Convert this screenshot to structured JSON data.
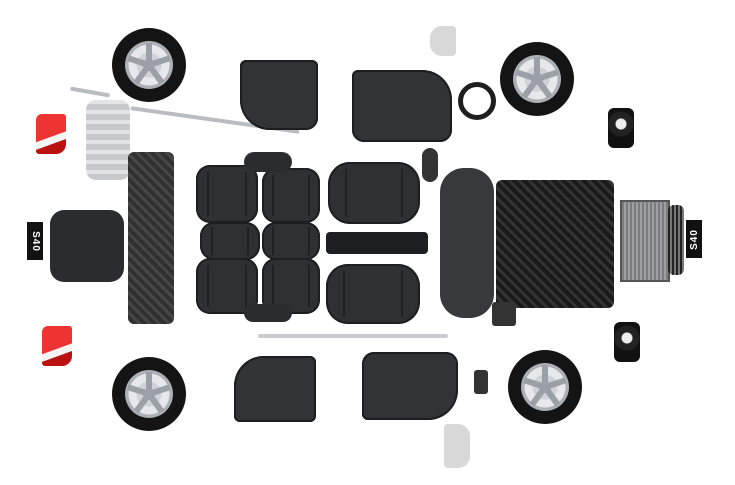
{
  "image": {
    "description": "Exploded layout of car components on white background",
    "license_plates": [
      {
        "position": "left",
        "text": "S40"
      },
      {
        "position": "right",
        "text": "S40"
      }
    ],
    "components": {
      "wheels": 4,
      "tail_lights": 2,
      "head_lights": 2,
      "door_panels": 4,
      "front_seats": 2,
      "rear_seat_sections": 4,
      "exhaust": 1,
      "fuel_tank": 1,
      "engine": 1,
      "radiator": 1,
      "grille": 1,
      "dashboard": 1,
      "steering_wheel": 1,
      "center_console": 1
    },
    "colors": {
      "background": "#ffffff",
      "upholstery": "#2f3032",
      "tire": "#141414",
      "rim": "#d6d9dc",
      "taillight_red": "#dd3333"
    }
  }
}
